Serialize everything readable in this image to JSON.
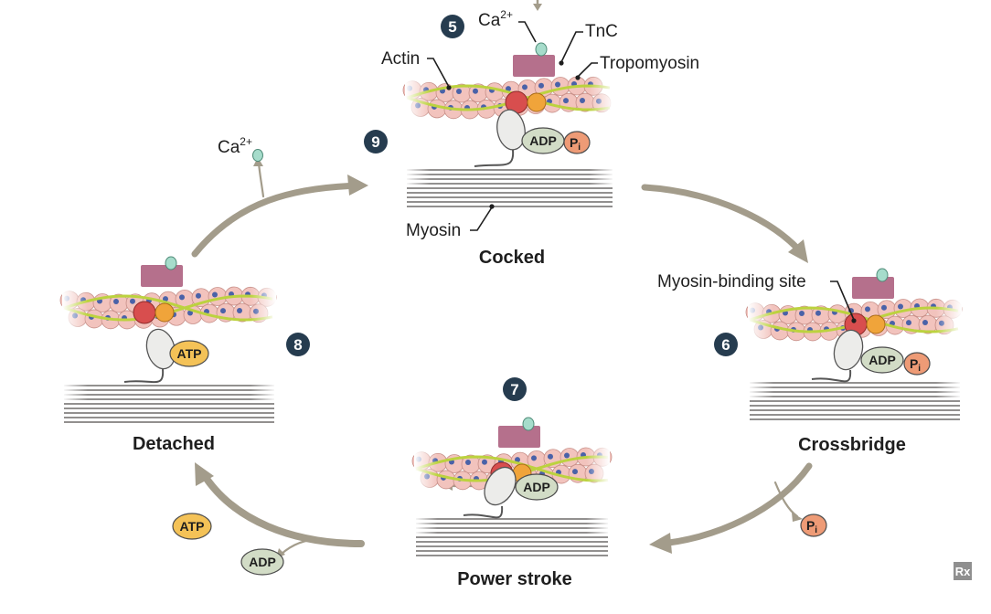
{
  "labels": {
    "ca_top": "Ca",
    "ca_top_sup": "2+",
    "tnc": "TnC",
    "actin": "Actin",
    "tropomyosin": "Tropomyosin",
    "myosin": "Myosin",
    "ca_release": "Ca",
    "ca_release_sup": "2+",
    "myosin_binding_site": "Myosin-binding site",
    "logo": "Rx"
  },
  "states": {
    "cocked": {
      "title": "Cocked",
      "step": "9",
      "pill_adp": "ADP",
      "pill_pi": "P",
      "pill_pi_sub": "i"
    },
    "top_marker": {
      "step": "5"
    },
    "crossbridge": {
      "title": "Crossbridge",
      "step": "6",
      "pill_adp": "ADP",
      "pill_pi": "P",
      "pill_pi_sub": "i"
    },
    "power_stroke": {
      "title": "Power stroke",
      "step": "7",
      "pill_adp": "ADP"
    },
    "detached": {
      "title": "Detached",
      "step": "8",
      "pill_atp": "ATP"
    }
  },
  "side_products": {
    "pi_out": "P",
    "pi_out_sub": "i",
    "atp_in": "ATP",
    "adp_out": "ADP"
  },
  "colors": {
    "arrow": "#a39c8b",
    "actin_bead": "#f2c3bd",
    "actin_core": "#4a62a8",
    "tropomyosin": "#bcd23f",
    "troponin": "#b5708c",
    "ca_ion": "#a6dccb",
    "binding_site": "#d84e4e",
    "orange_bead": "#f0a43a",
    "myosin_head": "#ececea",
    "badge": "#263c4f",
    "adp_pill": "#d2dcc6",
    "atp_pill": "#f4c257",
    "pi_pill": "#ee9b76",
    "filament": "#6e6b6a"
  }
}
